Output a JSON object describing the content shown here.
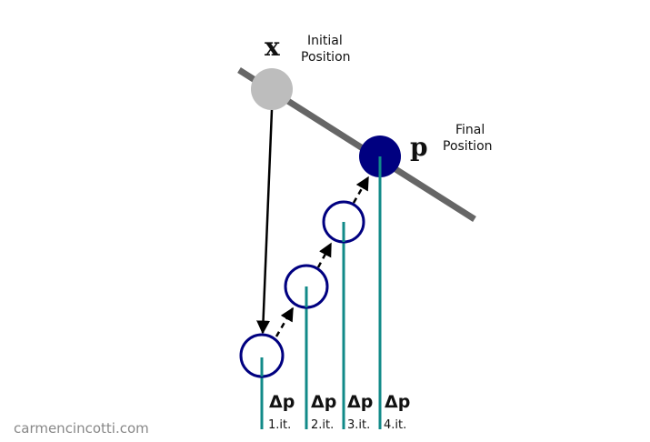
{
  "labels": {
    "x_var": "x",
    "p_var": "p",
    "initial_position": [
      "Initial",
      "Position"
    ],
    "final_position": [
      "Final",
      "Position"
    ]
  },
  "iterations": [
    {
      "delta": "Δp",
      "label": "1.it."
    },
    {
      "delta": "Δp",
      "label": "2.it."
    },
    {
      "delta": "Δp",
      "label": "3.it."
    },
    {
      "delta": "Δp",
      "label": "4.it."
    }
  ],
  "watermark": "carmencincotti.com",
  "colors": {
    "constraint_line": "#666666",
    "initial_circle": "#bdbdbd",
    "final_circle": "#000080",
    "iteration_circle": "#000080",
    "teal_bar": "#118a88",
    "arrow": "#000000"
  }
}
